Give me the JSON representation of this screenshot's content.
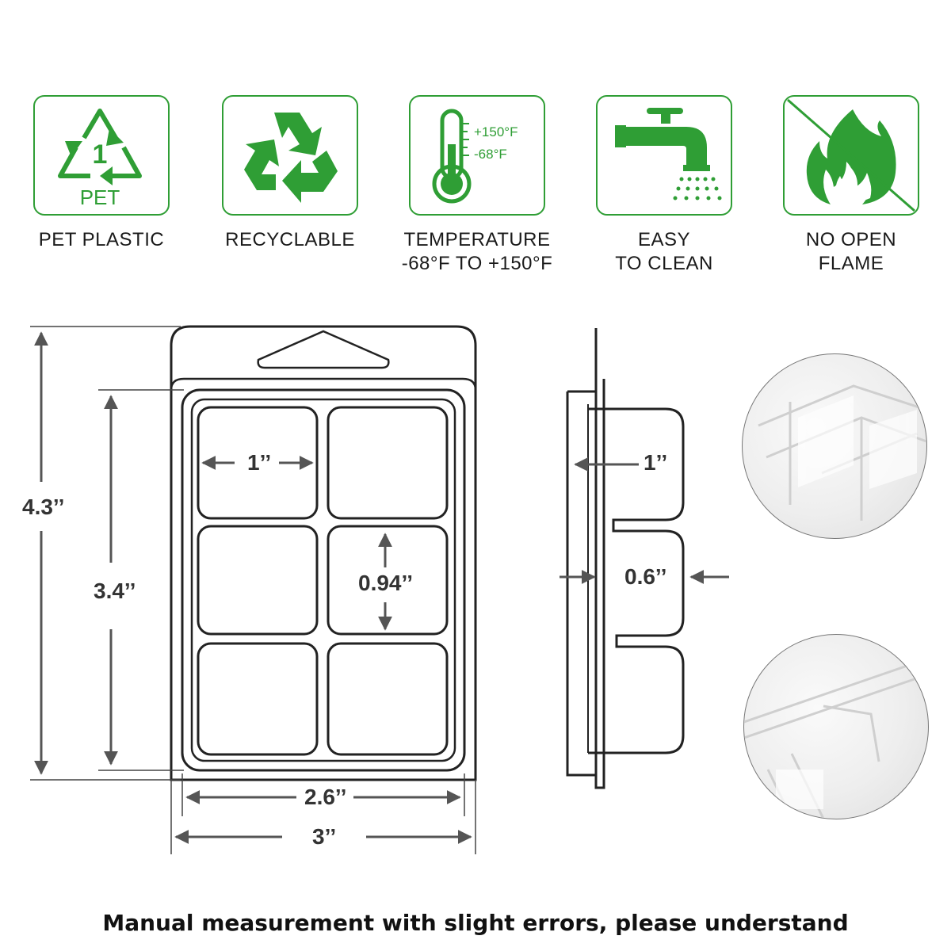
{
  "features": [
    {
      "icon": "recycle-pet-1-icon",
      "icon_text_number": "1",
      "icon_text_material": "PET",
      "label_line1": "PET PLASTIC",
      "label_line2": ""
    },
    {
      "icon": "recycle-icon",
      "label_line1": "RECYCLABLE",
      "label_line2": ""
    },
    {
      "icon": "thermometer-icon",
      "icon_text_high": "+150°F",
      "icon_text_low": "-68°F",
      "label_line1": "TEMPERATURE",
      "label_line2": "-68°F TO +150°F"
    },
    {
      "icon": "water-faucet-icon",
      "label_line1": "EASY",
      "label_line2": "TO CLEAN"
    },
    {
      "icon": "no-flame-icon",
      "label_line1": "NO OPEN",
      "label_line2": "FLAME"
    }
  ],
  "dimensions": {
    "overall_height": "4.3’’",
    "cavity_area_height": "3.4’’",
    "cavity_width": "1’’",
    "cavity_height": "0.94’’",
    "cavity_area_width": "2.6’’",
    "overall_width": "3’’",
    "side_cavity_width": "1’’",
    "cavity_depth": "0.6’’"
  },
  "accent_color": "#2f9e35",
  "footer_text": "Manual measurement with slight errors, please understand"
}
